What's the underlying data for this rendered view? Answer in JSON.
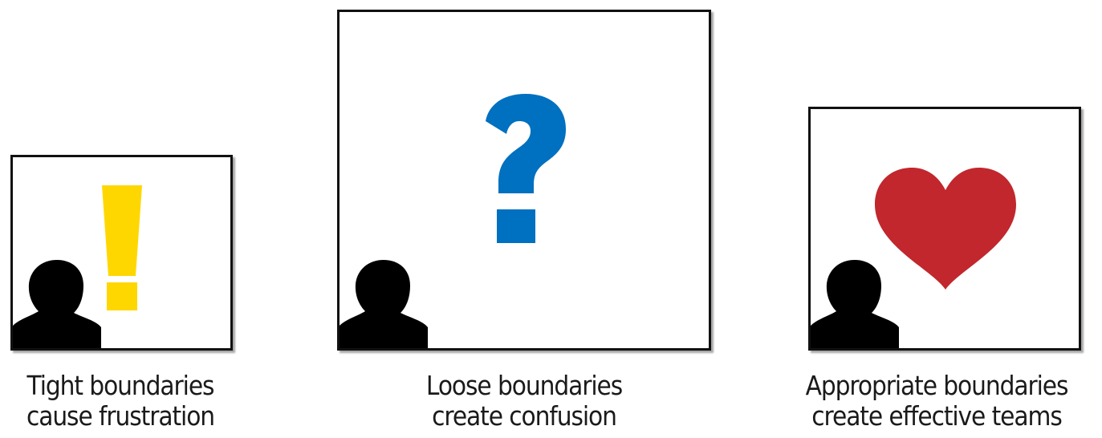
{
  "panels": [
    {
      "id": "tight",
      "symbol": "exclamation-mark",
      "symbol_color": "#FFD700",
      "caption_line1": "Tight boundaries",
      "caption_line2": "cause frustration"
    },
    {
      "id": "loose",
      "symbol": "question-mark",
      "symbol_color": "#0070C0",
      "caption_line1": "Loose boundaries",
      "caption_line2": "create confusion"
    },
    {
      "id": "appropriate",
      "symbol": "heart",
      "symbol_color": "#C1272D",
      "caption_line1": "Appropriate boundaries",
      "caption_line2": "create effective teams"
    }
  ],
  "person_icon": "person-silhouette-icon",
  "colors": {
    "frame": "#111111",
    "silhouette": "#000000",
    "text": "#1a1a1a"
  }
}
